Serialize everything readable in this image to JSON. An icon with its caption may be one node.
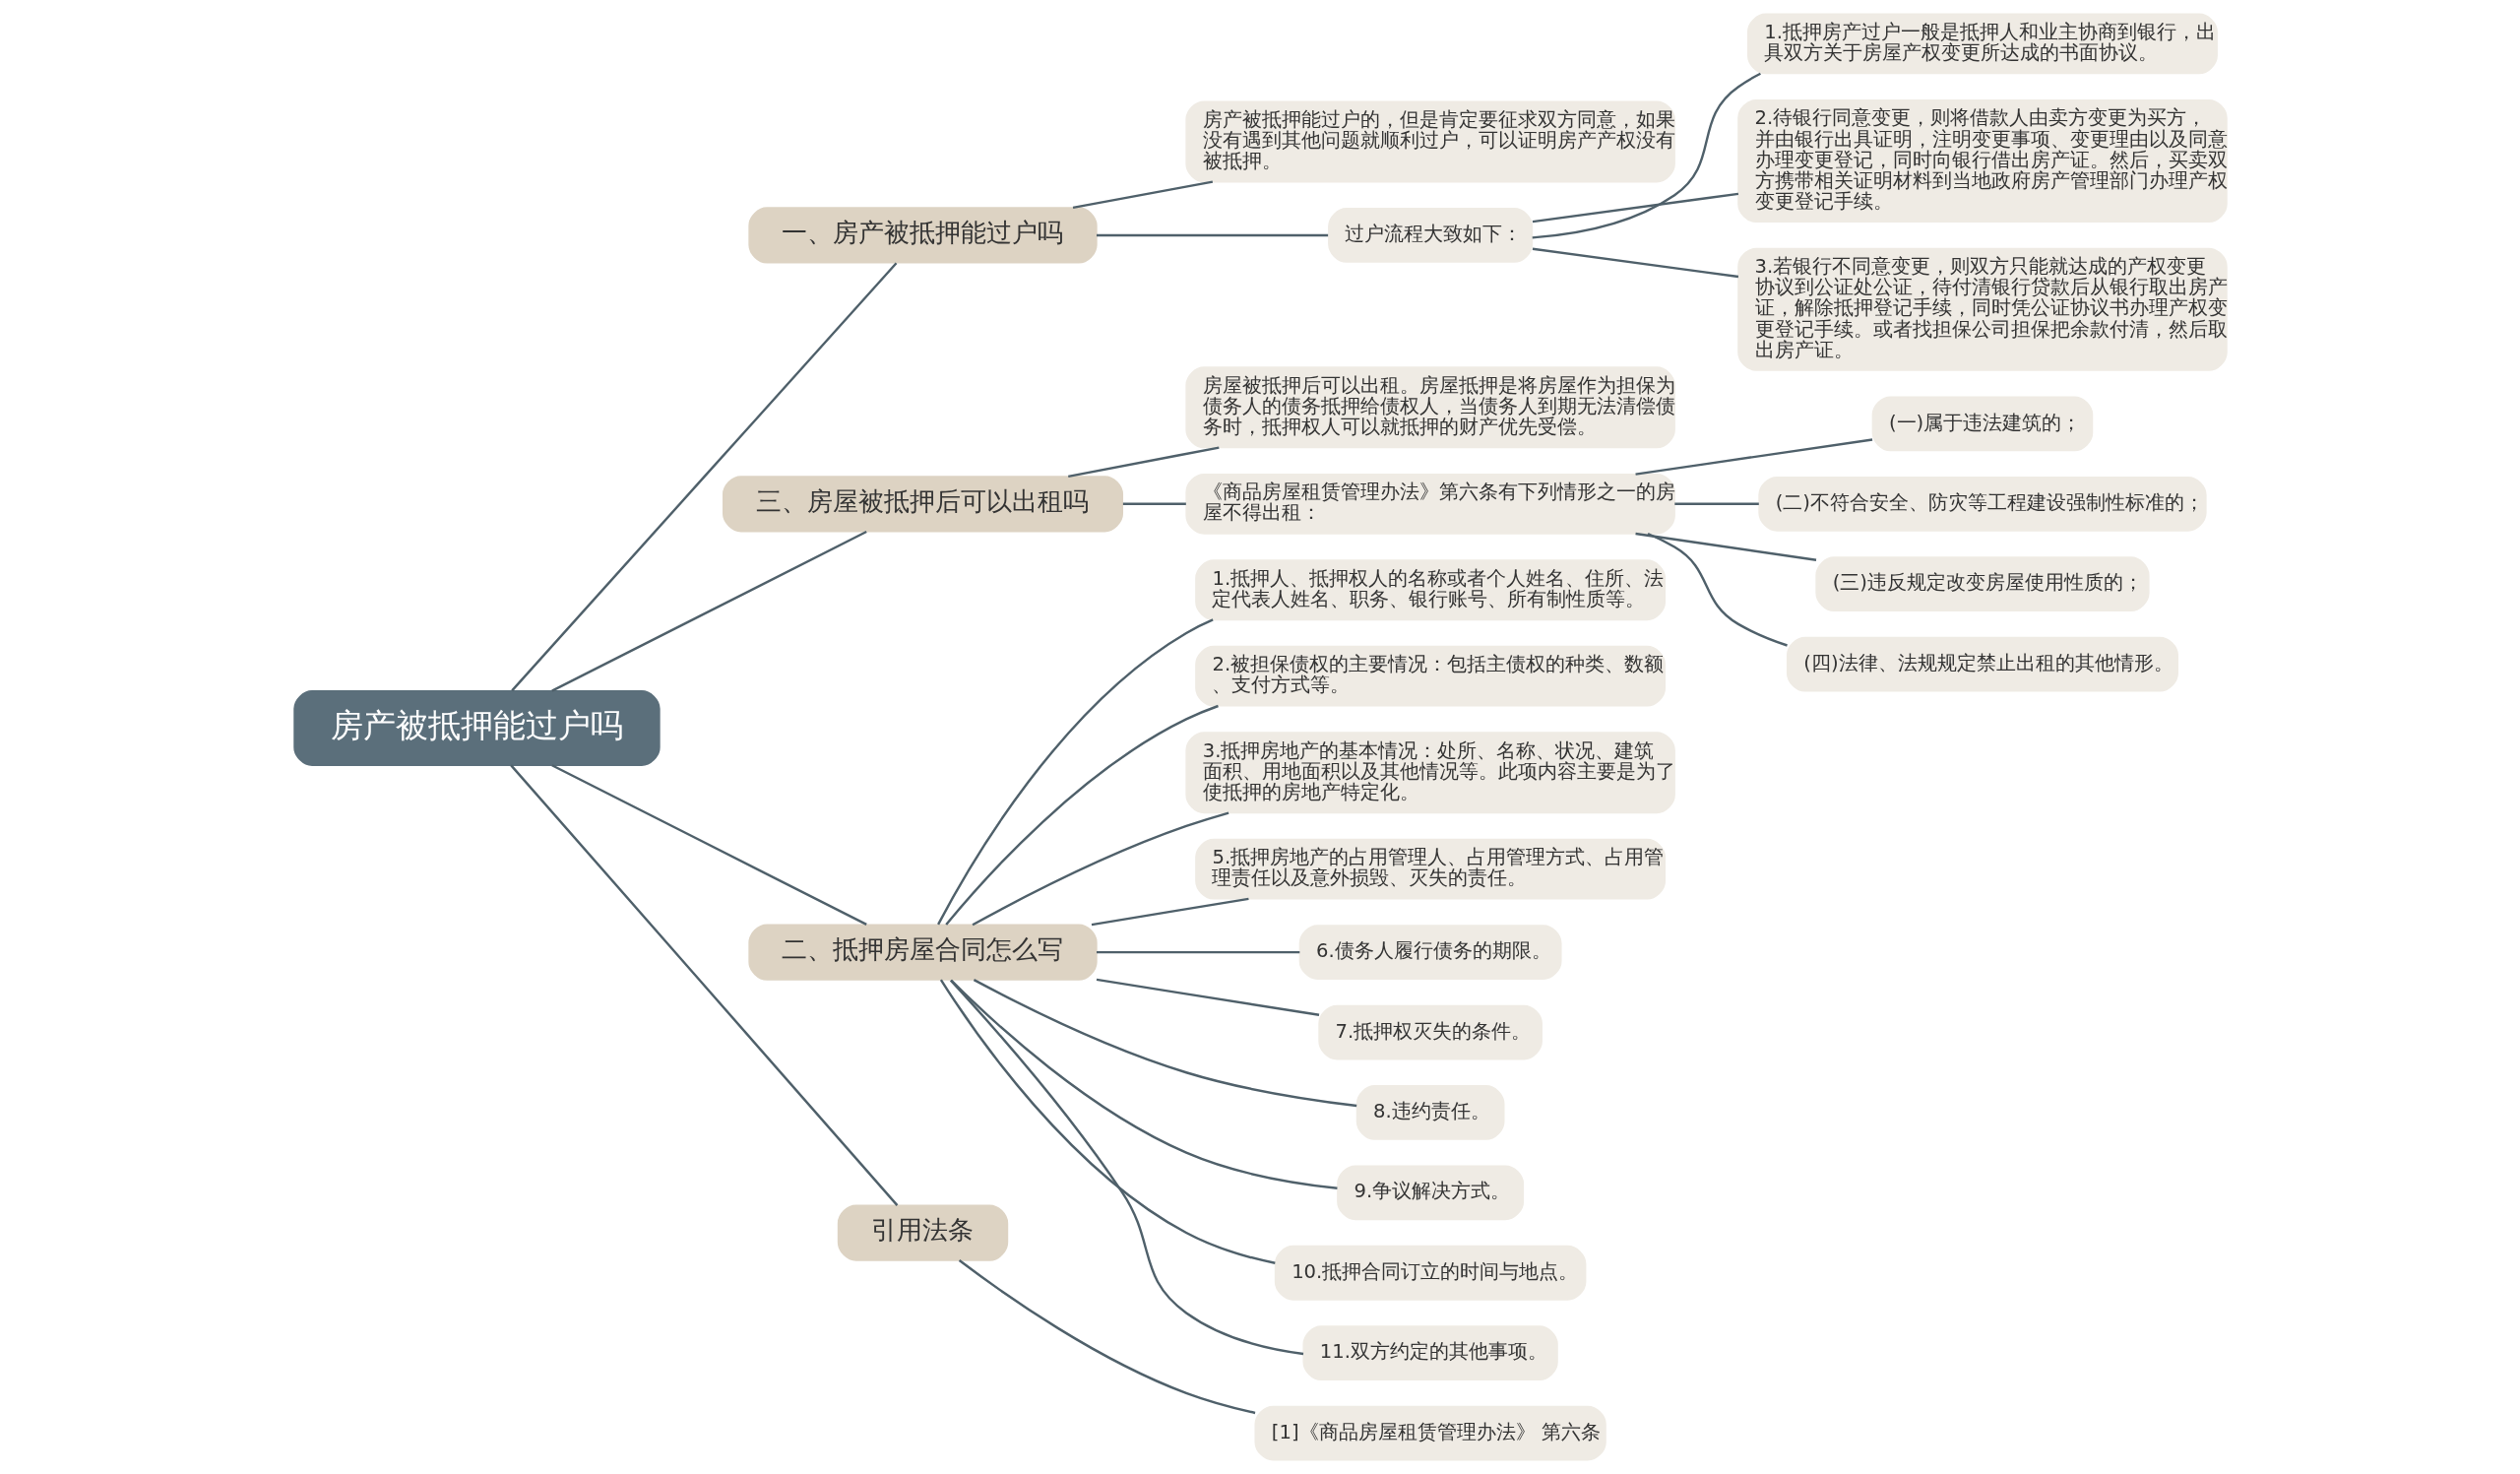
{
  "diagram": {
    "nodes": [
      {
        "text": [
          "房产被抵押能过户吗"
        ]
      },
      {
        "text": [
          "一、房产被抵押能过户吗"
        ]
      },
      {
        "text": [
          "房产被抵押能过户的，但是肯定要征求双方同意，如果没有遇到其他问题就顺利过户，可以证明房产产权没有被抵押。"
        ]
      },
      {
        "text": [
          "过户流程大致如下："
        ]
      },
      {
        "text": [
          "1.抵押房产过户一般是抵押人和业主协商到银行，出具双方关于房屋产权变更所达成的书面协议。"
        ]
      },
      {
        "text": [
          "2.待银行同意变更，则将借款人由卖方变更为买方，并由银行出具证明，注明变更事项、变更理由以及同意办理变更登记，同时向银行借出房产证。然后，买卖双方携带相关证明材料到当地政府房产管理部门办理产权变更登记手续。"
        ]
      },
      {
        "text": [
          "3.若银行不同意变更，则双方只能就达成的产权变更协议到公证处公证，待付清银行贷款后从银行取出房产证，解除抵押登记手续，同时凭公证协议书办理产权变更登记手续。或者找担保公司担保把余款付清，然后取出房产证。"
        ]
      },
      {
        "text": [
          "三、房屋被抵押后可以出租吗"
        ]
      },
      {
        "text": [
          "房屋被抵押后可以出租。房屋抵押是将房屋作为担保为债务人的债务抵押给债权人，当债务人到期无法清偿债务时，抵押权人可以就抵押的财产优先受偿。"
        ]
      },
      {
        "text": [
          "《商品房屋租赁管理办法》第六条有下列情形之一的房屋不得出租："
        ]
      },
      {
        "text": [
          "(一)属于违法建筑的；"
        ]
      },
      {
        "text": [
          "(二)不符合安全、防灾等工程建设强制性标准的；"
        ]
      },
      {
        "text": [
          "(三)违反规定改变房屋使用性质的；"
        ]
      },
      {
        "text": [
          "(四)法律、法规规定禁止出租的其他情形。"
        ]
      },
      {
        "text": [
          "二、抵押房屋合同怎么写"
        ]
      },
      {
        "text": [
          "1.抵押人、抵押权人的名称或者个人姓名、住所、法定代表人姓名、职务、银行账号、所有制性质等。"
        ]
      },
      {
        "text": [
          "2.被担保债权的主要情况：包括主债权的种类、数额、支付方式等。"
        ]
      },
      {
        "text": [
          "3.抵押房地产的基本情况：处所、名称、状况、建筑面积、用地面积以及其他情况等。此项内容主要是为了使抵押的房地产特定化。"
        ]
      },
      {
        "text": [
          "5.抵押房地产的占用管理人、占用管理方式、占用管理责任以及意外损毁、灭失的责任。"
        ]
      },
      {
        "text": [
          "6.债务人履行债务的期限。"
        ]
      },
      {
        "text": [
          "7.抵押权灭失的条件。"
        ]
      },
      {
        "text": [
          "8.违约责任。"
        ]
      },
      {
        "text": [
          "9.争议解决方式。"
        ]
      },
      {
        "text": [
          "10.抵押合同订立的时间与地点。"
        ]
      },
      {
        "text": [
          "11.双方约定的其他事项。"
        ]
      },
      {
        "text": [
          "引用法条"
        ]
      },
      {
        "text": [
          "[1]《商品房屋租赁管理办法》 第六条"
        ]
      }
    ],
    "edges": [
      {
        "from": 0,
        "to": 1,
        "arrow": "none"
      },
      {
        "from": 1,
        "to": 2,
        "arrow": "none"
      },
      {
        "from": 1,
        "to": 3,
        "arrow": "none"
      },
      {
        "from": 3,
        "to": 4,
        "arrow": "none"
      },
      {
        "from": 3,
        "to": 5,
        "arrow": "none"
      },
      {
        "from": 3,
        "to": 6,
        "arrow": "none"
      },
      {
        "from": 0,
        "to": 7,
        "arrow": "none"
      },
      {
        "from": 7,
        "to": 8,
        "arrow": "none"
      },
      {
        "from": 7,
        "to": 9,
        "arrow": "none"
      },
      {
        "from": 9,
        "to": 10,
        "arrow": "none"
      },
      {
        "from": 9,
        "to": 11,
        "arrow": "none"
      },
      {
        "from": 9,
        "to": 12,
        "arrow": "none"
      },
      {
        "from": 9,
        "to": 13,
        "arrow": "none"
      },
      {
        "from": 0,
        "to": 14,
        "arrow": "none"
      },
      {
        "from": 14,
        "to": 15,
        "arrow": "none"
      },
      {
        "from": 14,
        "to": 16,
        "arrow": "none"
      },
      {
        "from": 14,
        "to": 17,
        "arrow": "none"
      },
      {
        "from": 14,
        "to": 18,
        "arrow": "none"
      },
      {
        "from": 14,
        "to": 19,
        "arrow": "none"
      },
      {
        "from": 14,
        "to": 20,
        "arrow": "none"
      },
      {
        "from": 14,
        "to": 21,
        "arrow": "none"
      },
      {
        "from": 14,
        "to": 22,
        "arrow": "none"
      },
      {
        "from": 14,
        "to": 23,
        "arrow": "none"
      },
      {
        "from": 14,
        "to": 24,
        "arrow": "none"
      },
      {
        "from": 0,
        "to": 25,
        "arrow": "none"
      },
      {
        "from": 25,
        "to": 26,
        "arrow": "none"
      }
    ]
  }
}
